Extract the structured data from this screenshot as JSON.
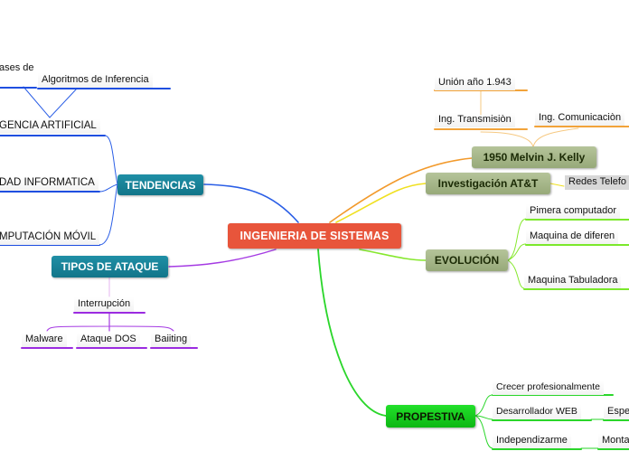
{
  "central": "INGENIERIA DE SISTEMAS",
  "tendencias": {
    "label": "TENDENCIAS",
    "items": [
      "GENCIA ARTIFICIAL",
      "DAD INFORMATICA",
      "MPUTACIÓN MÓVIL"
    ],
    "ia_children": [
      "ases de",
      "Algoritmos de Inferencia"
    ]
  },
  "tipos_ataque": {
    "label": "TIPOS DE ATAQUE",
    "interrupcion": "Interrupción",
    "children": [
      "Malware",
      "Ataque DOS",
      "Baiiting"
    ]
  },
  "kelly": {
    "label": "1950 Melvin J. Kelly",
    "transmision": "Ing. Transmisiòn",
    "union": "Unión año 1.943",
    "comunicacion": "Ing. Comunicaciòn"
  },
  "att": {
    "label": "Investigación AT&T",
    "child": "Redes Telefo"
  },
  "evolucion": {
    "label": "EVOLUCIÓN",
    "items": [
      "Pimera computador",
      "Maquina de diferen",
      "Maquina Tabuladora"
    ]
  },
  "propestiva": {
    "label": "PROPESTIVA",
    "items": [
      "Crecer profesionalmente",
      "Desarrollador WEB",
      "Independizarme"
    ],
    "sub": [
      "Espe",
      "Monta"
    ]
  },
  "colors": {
    "central": "#e8553b",
    "teal": "#14788c",
    "olive": "#a5b487",
    "green": "#12c81a",
    "blue_line": "#1f4fe0",
    "purple_line": "#9b2be0",
    "orange_line": "#f2a33a",
    "yellow_line": "#f0e020",
    "green_line": "#7be82b"
  }
}
